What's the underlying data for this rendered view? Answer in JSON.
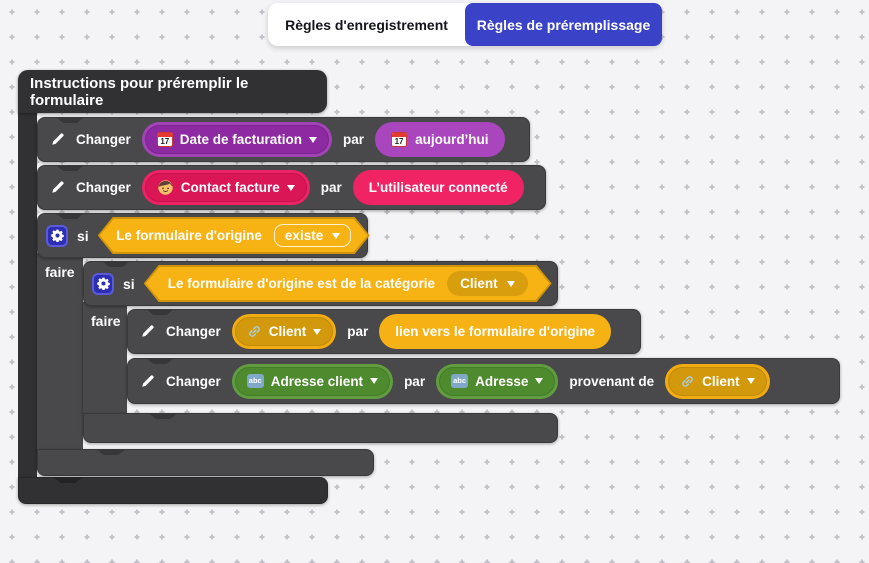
{
  "tab_bar": {
    "registration_tab": "Règles d'enregistrement",
    "prefill_tab": "Règles de préremplissage"
  },
  "workspace": {
    "container_title": "Instructions pour préremplir le formulaire",
    "set_date": {
      "action": "Changer",
      "field": "Date de facturation",
      "connector": "par",
      "value": "aujourd’hui"
    },
    "set_contact": {
      "action": "Changer",
      "field": "Contact facture",
      "connector": "par",
      "value": "L’utilisateur connecté"
    },
    "if_origin_exists": {
      "keyword": "si",
      "condition": "Le formulaire d'origine",
      "operator": "existe",
      "do_label": "faire"
    },
    "if_origin_category": {
      "keyword": "si",
      "condition": "Le formulaire d'origine est de la catégorie",
      "category": "Client",
      "do_label": "faire"
    },
    "set_client_link": {
      "action": "Changer",
      "field": "Client",
      "connector": "par",
      "value": "lien vers le formulaire d'origine"
    },
    "set_address": {
      "action": "Changer",
      "field": "Adresse client",
      "connector": "par",
      "value": "Adresse",
      "from_label": "provenant de",
      "from_field": "Client"
    }
  },
  "icons": {
    "calendar_day": "17",
    "abc_label": "abc",
    "names": [
      "pencil-icon",
      "calendar-icon",
      "person-icon",
      "gear-icon",
      "link-icon",
      "abc-icon",
      "chevron-down-icon"
    ]
  },
  "colors": {
    "active_tab_blue": "#3a42c7",
    "date_purple": "#9d35b2",
    "contact_pink": "#ee2160",
    "logic_amber": "#f5af13",
    "text_green": "#5e9b3f",
    "container_dark": "#313134",
    "block_gray": "#49494c"
  }
}
